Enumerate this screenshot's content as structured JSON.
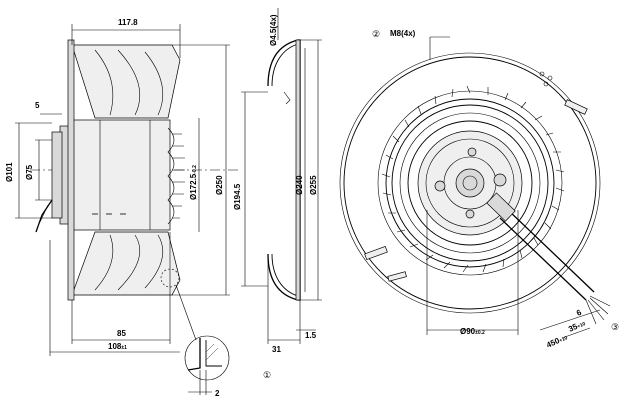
{
  "side_view": {
    "overall_length": "117.8",
    "d_shaft_step": "5",
    "d_101": "Ø101",
    "d_75": "Ø75",
    "d_172": "Ø172.5",
    "d_172_tol": "-0.2",
    "d_250": "Ø250",
    "length_85": "85",
    "length_108": "108",
    "length_108_tol": "±1"
  },
  "inlet_ring": {
    "hole": "Ø4.5(4x)",
    "d_194": "Ø194.5",
    "d_240": "Ø240",
    "d_255": "Ø255",
    "depth_31": "31",
    "thickness": "1.5",
    "callout_1": "①"
  },
  "front_view": {
    "callout_2": "②",
    "thread": "M8(4x)",
    "pcd": "Ø90",
    "pcd_tol": "±0.2",
    "callout_3": "③",
    "cable_6": "6",
    "cable_35": "35",
    "cable_35_tol": "+10",
    "cable_450": "450",
    "cable_450_tol": "+10"
  },
  "detail": {
    "gap": "2"
  }
}
